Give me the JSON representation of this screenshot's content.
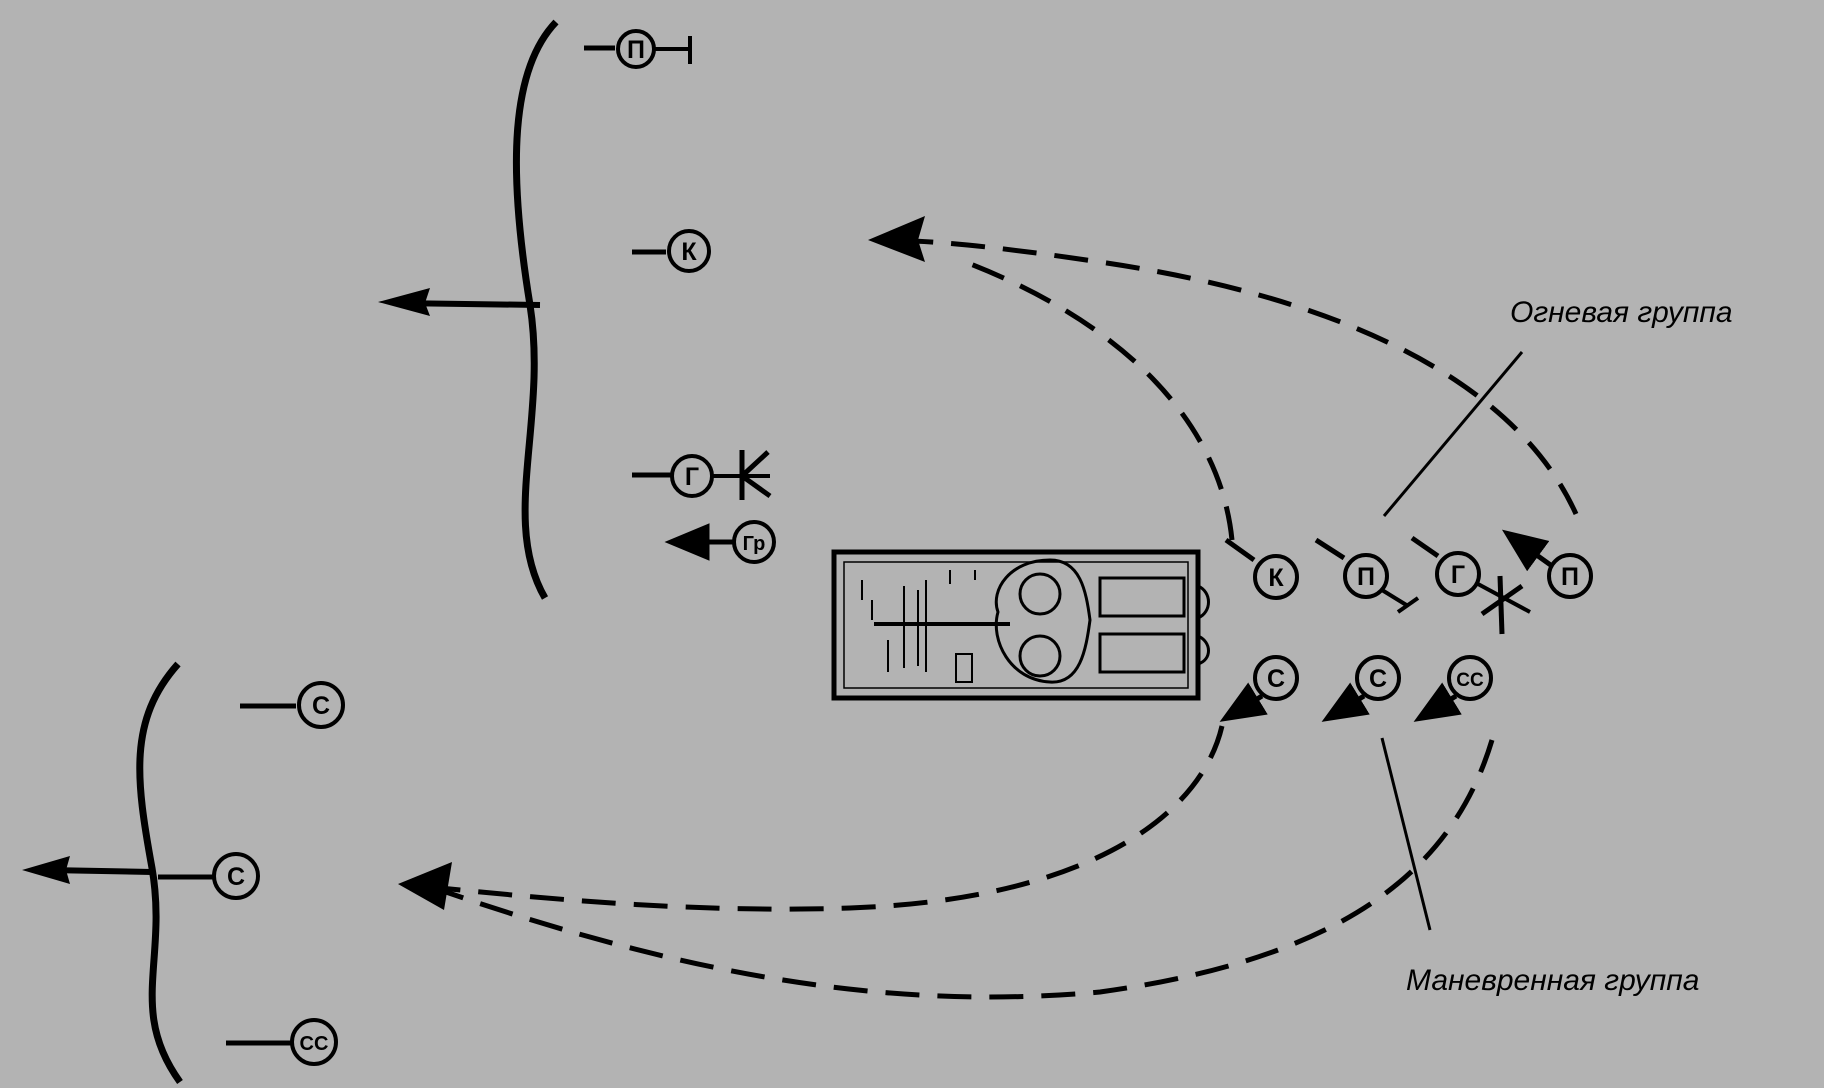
{
  "labels": {
    "fire_group": "Огневая группа",
    "maneuver_group": "Маневренная группа"
  },
  "symbols": {
    "p": "П",
    "k": "К",
    "g": "Г",
    "gr": "Гр",
    "s": "С",
    "ss": "СС",
    "pu": "П"
  },
  "colors": {
    "background": "#b3b3b3",
    "ink": "#000000"
  }
}
